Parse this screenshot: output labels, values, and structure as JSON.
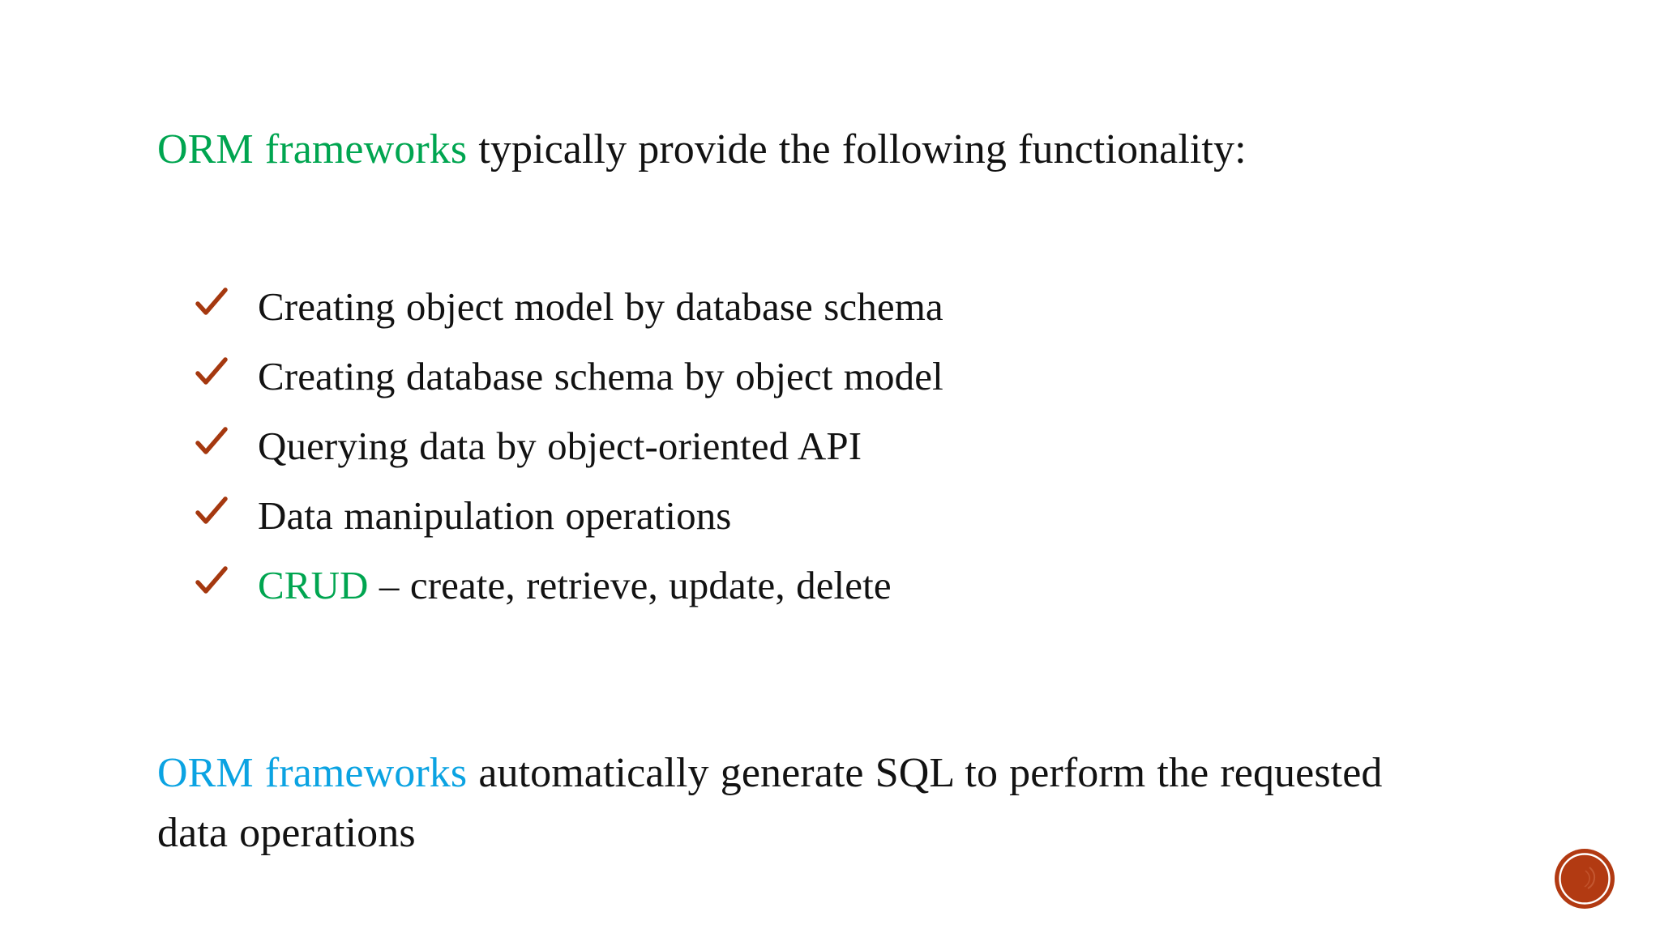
{
  "slide": {
    "background_color": "#ffffff",
    "intro": {
      "highlight": "ORM frameworks",
      "highlight_color": "#00a550",
      "rest": " typically provide the following functionality:"
    },
    "bullets": {
      "marker_icon": "check-icon",
      "marker_glyph": "✓",
      "marker_color": "#a5380f",
      "items": [
        {
          "text": "Creating object model by database schema"
        },
        {
          "text": "Creating database schema by object model"
        },
        {
          "text": "Querying data by object-oriented API"
        },
        {
          "text": "Data manipulation operations"
        },
        {
          "highlight": "CRUD",
          "highlight_color": "#00a550",
          "rest": " – create, retrieve, update, delete"
        }
      ]
    },
    "outro": {
      "highlight": "ORM frameworks",
      "highlight_color": "#0ba3e2",
      "rest": " automatically generate SQL to perform the requested data operations"
    },
    "seal": {
      "icon": "circular-seal-icon",
      "color": "#b23a12",
      "ring_color": "#ffffff"
    }
  }
}
